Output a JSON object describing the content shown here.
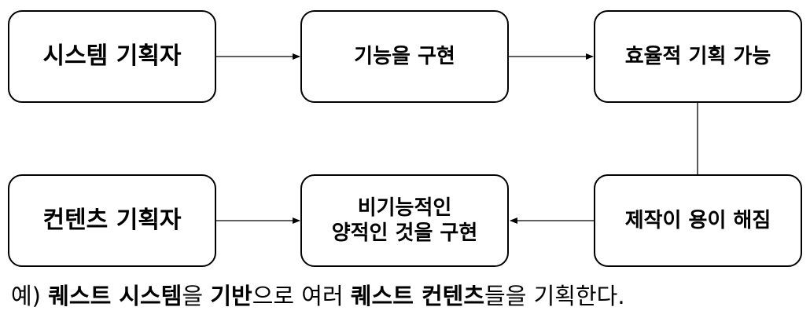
{
  "nodes": {
    "system_planner": "시스템 기획자",
    "implement_function": "기능을 구현",
    "efficient_planning": "효율적 기획 가능",
    "content_planner": "컨텐츠 기획자",
    "nonfunctional_line1": "비기능적인",
    "nonfunctional_line2": "양적인 것을 구현",
    "easy_production": "제작이 용이 해짐"
  },
  "caption": {
    "p1": "예) ",
    "b1": "퀘스트 시스템",
    "p2": "을 ",
    "b2": "기반",
    "p3": "으로 여러 ",
    "b3": "퀘스트 컨텐츠",
    "p4": "들을 기획한다."
  }
}
